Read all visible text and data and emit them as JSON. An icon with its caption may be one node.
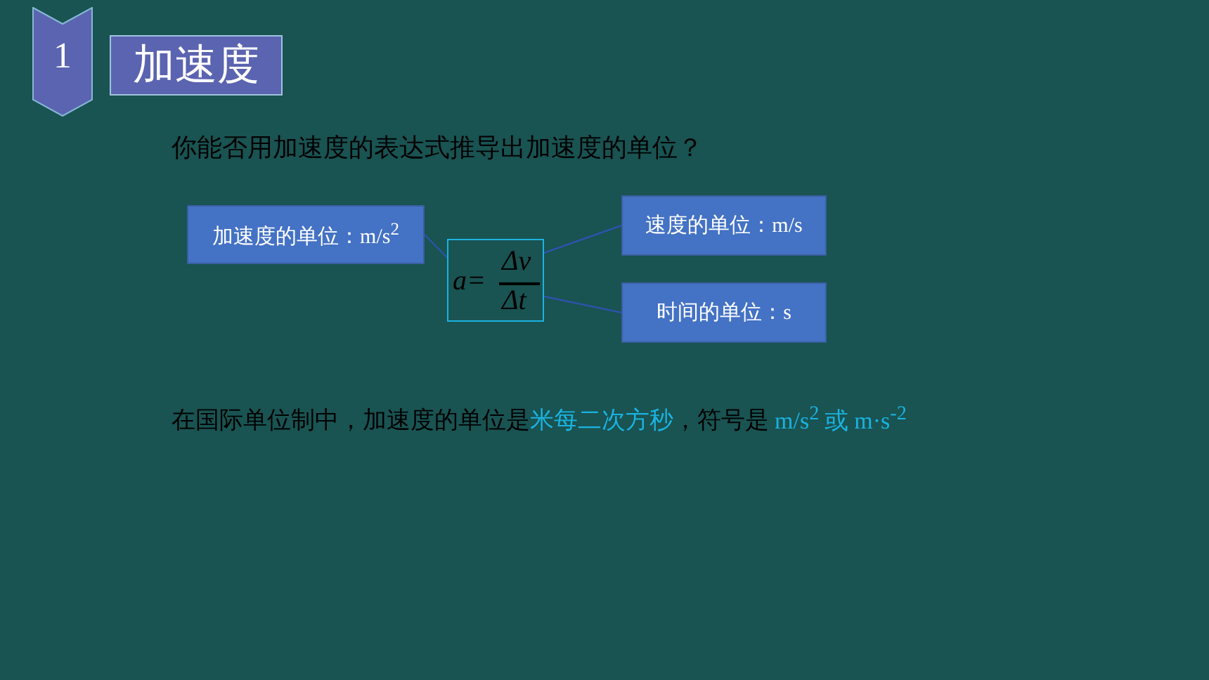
{
  "diagram": {
    "nodes": [
      {
        "text": [
          "1"
        ]
      },
      {
        "text": [
          "加速度"
        ]
      },
      {
        "text": [
          "加速度的单位：m/s$^{2}$"
        ]
      },
      {
        "text": [
          "a=",
          "Δv",
          "Δt"
        ]
      },
      {
        "text": [
          "速度的单位：m/s"
        ]
      },
      {
        "text": [
          "时间的单位：s"
        ]
      }
    ],
    "edges": [
      {
        "from": 2,
        "to": 3,
        "arrow": "none"
      },
      {
        "from": 4,
        "to": 3,
        "arrow": "none"
      },
      {
        "from": 5,
        "to": 3,
        "arrow": "none"
      }
    ],
    "labels": [
      "你能否用加速度的表达式推导出加速度的单位？",
      "在国际单位制中，加速度的单位是",
      "米每二次方秒",
      "，符号是",
      "m/s$^{2}$",
      "或",
      "m·s$^{-2}$"
    ]
  }
}
